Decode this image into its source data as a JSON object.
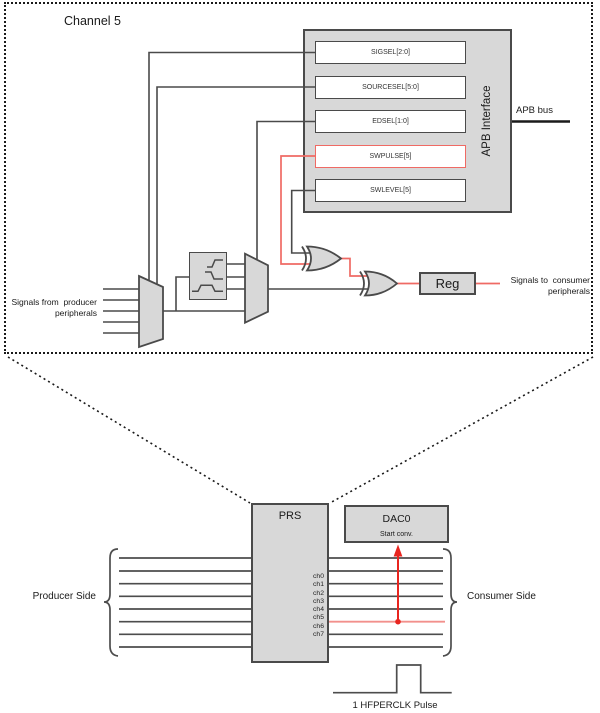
{
  "colors": {
    "box_fill": "#d8d8d8",
    "stroke": "#4a4a4a",
    "wire": "#4d4d4d",
    "red_wire": "#ef6a64",
    "bright_red": "#e8251f",
    "salmon_wire": "#f2908c"
  },
  "top": {
    "title": "Channel 5",
    "registers": [
      "SIGSEL[2:0]",
      "SOURCESEL[5:0]",
      "EDSEL[1:0]",
      "SWPULSE[5]",
      "SWLEVEL[5]"
    ],
    "apb_interface_label": "APB Interface",
    "apb_bus_label": "APB bus",
    "reg_label": "Reg",
    "signals_from": [
      "Signals from  producer",
      "peripherals"
    ],
    "signals_to": [
      "Signals to  consumer",
      "peripherals"
    ]
  },
  "bottom": {
    "prs_label": "PRS",
    "dac_label": "DAC0",
    "dac_sub_label": "Start conv.",
    "channels": [
      "ch0",
      "ch1",
      "ch2",
      "ch3",
      "ch4",
      "ch5",
      "ch6",
      "ch7"
    ],
    "producer_label": "Producer Side",
    "consumer_label": "Consumer Side",
    "pulse_label": "1 HFPERCLK Pulse"
  }
}
